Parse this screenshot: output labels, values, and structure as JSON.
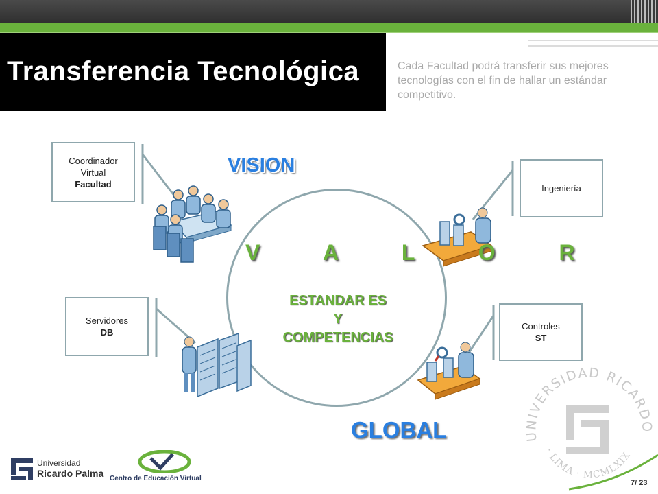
{
  "header": {
    "title": "Transferencia Tecnológica",
    "subtitle": "Cada Facultad podrá transferir sus mejores tecnologías con el fin de hallar un estándar competitivo."
  },
  "diagram": {
    "vision": "VISION",
    "global": "GLOBAL",
    "valor": "V A L O R",
    "center_lines": [
      "ESTANDAR ES",
      "Y",
      "COMPETENCIAS"
    ],
    "nodes": {
      "coordinador": {
        "line1": "Coordinador",
        "line2": "Virtual",
        "bold": "Facultad"
      },
      "ingenieria": {
        "line1": "Ingeniería"
      },
      "servidores": {
        "line1": "Servidores",
        "bold": "DB"
      },
      "controles": {
        "line1": "Controles",
        "bold": "ST"
      }
    }
  },
  "footer": {
    "page": "7/ 23",
    "logo_urp_line1": "Universidad",
    "logo_urp_line2": "Ricardo Palma",
    "logo_cev": "Centro de Educación Virtual",
    "seal_text_top": "UNIVERSIDAD RICARDO PALMA",
    "seal_text_bottom": "· LIMA · MCMLXIX · PERU ·"
  },
  "colors": {
    "accent_green": "#6ab23c",
    "accent_blue": "#2a7fe0",
    "connector": "#8fa7ad"
  }
}
